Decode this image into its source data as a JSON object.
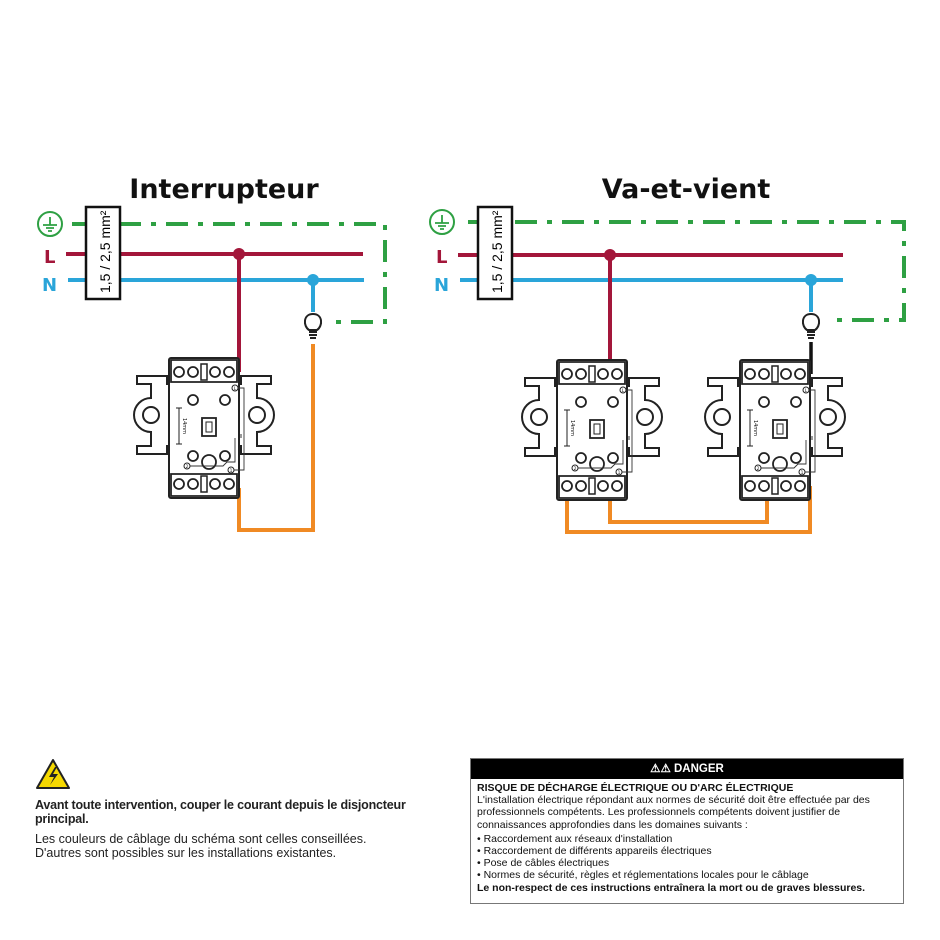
{
  "colors": {
    "earth": "#2ea043",
    "live": "#a3163a",
    "neutral": "#2aa5d9",
    "switch_wire": "#f08a24",
    "lamp_wire": "#111111",
    "outline": "#222222",
    "danger_header_bg": "#000000",
    "warning_yellow": "#f5d800"
  },
  "legend": {
    "earth_icon": "earth-ground-icon",
    "live_label": "L",
    "neutral_label": "N",
    "cable_section": "1,5 / 2,5 mm²"
  },
  "diagrams": [
    {
      "title": "Interrupteur",
      "switch_count": 1
    },
    {
      "title": "Va-et-vient",
      "switch_count": 2
    }
  ],
  "switch_markings": {
    "terminal_L": "L",
    "terminal_1": "1",
    "terminal_2": "2",
    "depth": "14mm"
  },
  "warning": {
    "icon": "high-voltage-warning-icon",
    "bold": "Avant toute intervention, couper le courant depuis le disjoncteur principal.",
    "line1": "Les couleurs de câblage du schéma sont celles conseillées.",
    "line2": "D'autres sont possibles sur les installations existantes."
  },
  "danger": {
    "header": "⚠⚠ DANGER",
    "title": "RISQUE DE DÉCHARGE ÉLECTRIQUE OU D'ARC ÉLECTRIQUE",
    "intro": "L'installation électrique répondant aux normes de sécurité doit être effectuée par des professionnels compétents. Les professionnels compétents doivent justifier de connaissances approfondies dans les domaines suivants :",
    "items": [
      "Raccordement aux réseaux d'installation",
      "Raccordement de différents appareils électriques",
      "Pose de câbles électriques",
      "Normes de sécurité, règles et réglementations locales pour le câblage"
    ],
    "footer": "Le non-respect de ces instructions entraînera la mort ou de graves blessures."
  }
}
